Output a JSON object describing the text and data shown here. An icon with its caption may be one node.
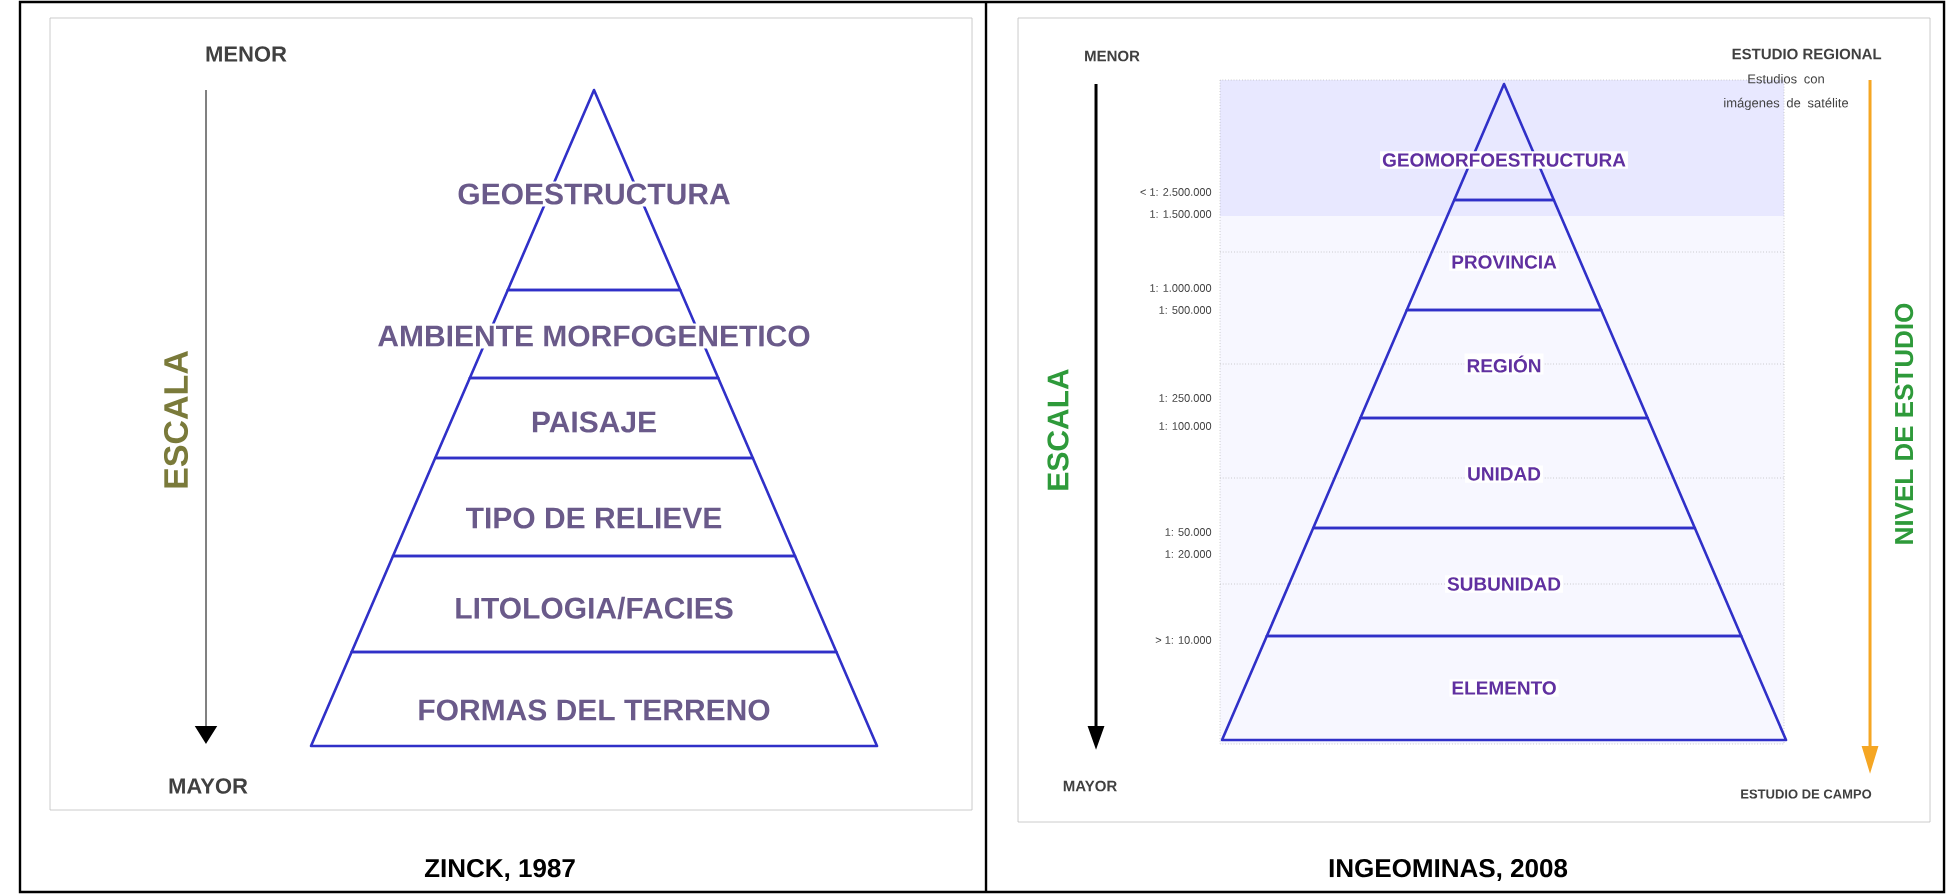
{
  "diagram": {
    "nodes": [
      {
        "text": [
          "GEOESTRUCTURA"
        ]
      },
      {
        "text": [
          "AMBIENTE MORFOGENETICO"
        ]
      },
      {
        "text": [
          "PAISAJE"
        ]
      },
      {
        "text": [
          "TIPO DE RELIEVE"
        ]
      },
      {
        "text": [
          "LITOLOGIA/FACIES"
        ]
      },
      {
        "text": [
          "FORMAS DEL TERRENO"
        ]
      },
      {
        "text": [
          "GEOMORFOESTRUCTURA"
        ]
      },
      {
        "text": [
          "PROVINCIA"
        ]
      },
      {
        "text": [
          "REGIÓN"
        ]
      },
      {
        "text": [
          "UNIDAD"
        ]
      },
      {
        "text": [
          "SUBUNIDAD"
        ]
      },
      {
        "text": [
          "ELEMENTO"
        ]
      }
    ],
    "edges": [],
    "labels": [
      "MENOR",
      "ESCALA",
      "MAYOR",
      "ZINCK, 1987",
      "MENOR",
      "ESTUDIO REGIONAL",
      "Estudios con imágenes de satélite",
      "< 1: 2.500.000",
      "1: 1.500.000",
      "1: 1.000.000",
      "1: 500.000",
      "1: 250.000",
      "1: 100.000",
      "1: 50.000",
      "1: 20.000",
      "> 1: 10.000",
      "ESCALA",
      "NIVEL DE ESTUDIO",
      "MAYOR",
      "ESTUDIO DE CAMPO",
      "INGEOMINAS, 2008"
    ]
  }
}
